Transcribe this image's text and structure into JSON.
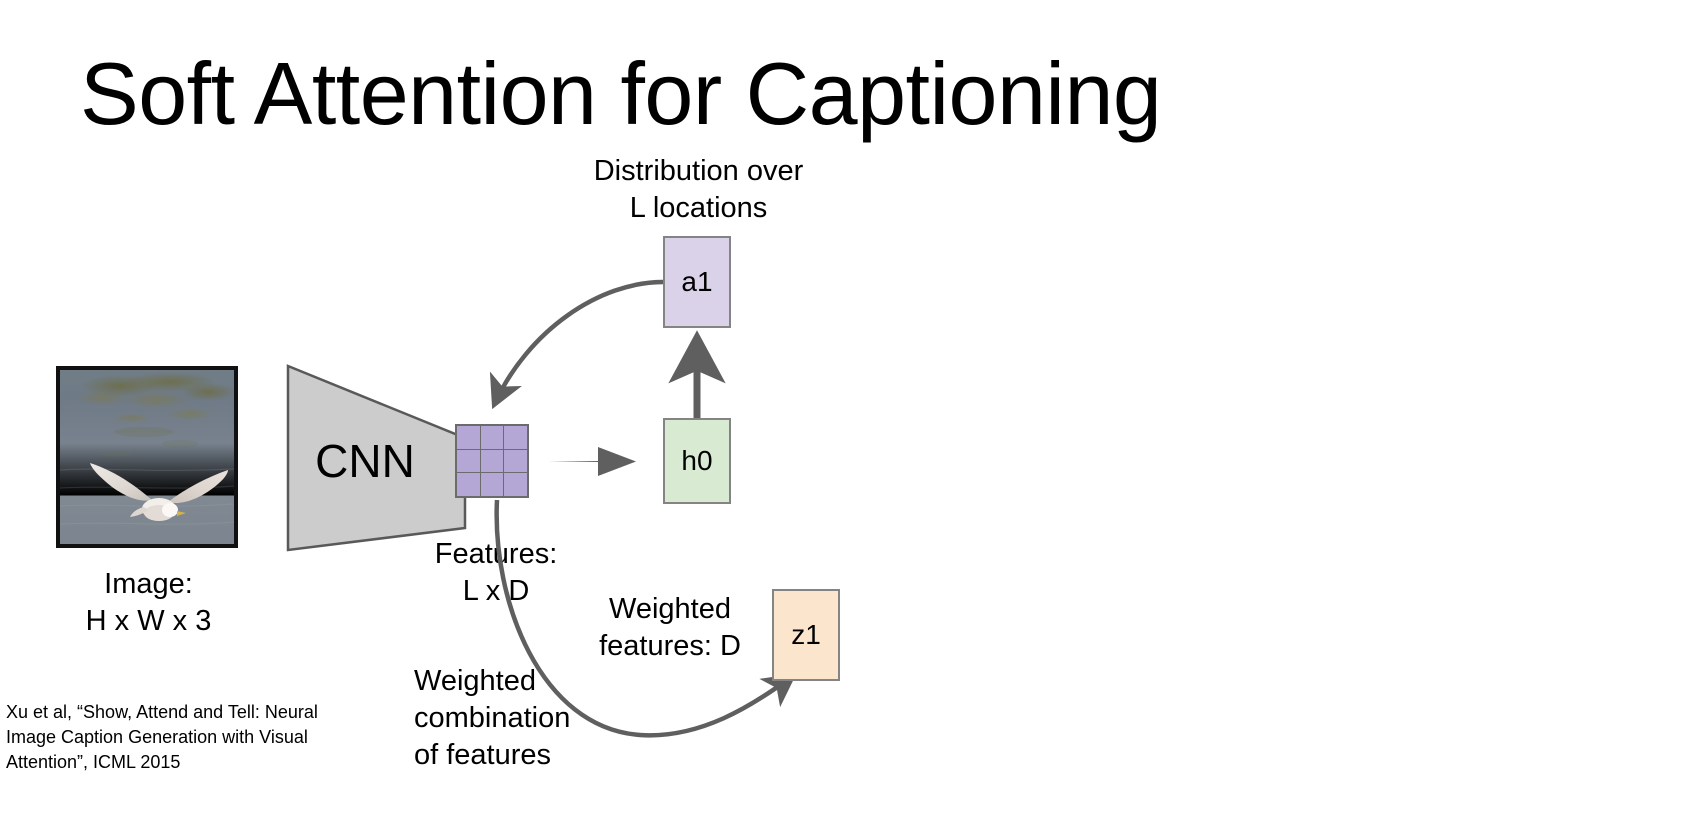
{
  "slide": {
    "title": "Soft Attention for Captioning",
    "background_color": "#ffffff"
  },
  "diagram": {
    "input": {
      "photo_alt": "seagull-flying-over-water",
      "caption": "Image:\nH x W x 3"
    },
    "cnn": {
      "label": "CNN",
      "fill_color": "#cccccc",
      "border_color": "#595959"
    },
    "features": {
      "caption": "Features:\nL x D",
      "grid_rows": 3,
      "grid_cols": 3,
      "cell_color": "#b4a7d6",
      "grid_border_color": "#6b6b6b"
    },
    "nodes": [
      {
        "id": "a1",
        "label": "a1",
        "color": "#d9d2e9"
      },
      {
        "id": "h0",
        "label": "h0",
        "color": "#d9ead3"
      },
      {
        "id": "z1",
        "label": "z1",
        "color": "#fce5cd"
      }
    ],
    "captions": {
      "distribution": "Distribution over\nL locations",
      "weighted_features": "Weighted\nfeatures: D",
      "weighted_combination": "Weighted\ncombination\nof features"
    },
    "edge_color": "#5f5f5f",
    "arrow_color": "#5f5f5f"
  },
  "citation": {
    "text": "Xu et al, “Show, Attend and Tell: Neural\nImage Caption Generation with Visual\nAttention”, ICML 2015"
  }
}
